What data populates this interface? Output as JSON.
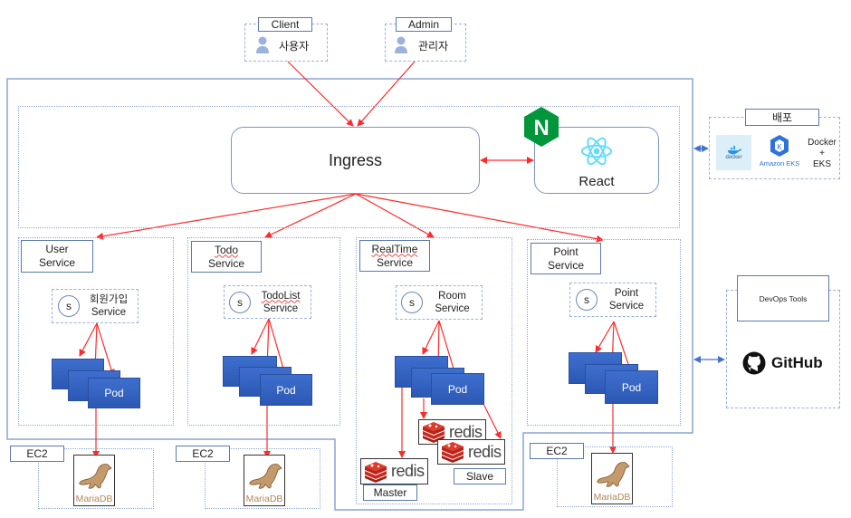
{
  "clients": [
    {
      "label": "Client",
      "role": "사용자",
      "icon": "user-icon"
    },
    {
      "label": "Admin",
      "role": "관리자",
      "icon": "user-icon"
    }
  ],
  "ingress": {
    "label": "Ingress"
  },
  "frontend": {
    "label": "React",
    "badge": "N",
    "badge_name": "nginx-icon",
    "icon": "react-icon"
  },
  "deploy": {
    "title": "배포",
    "docker_label": "docker",
    "eks_label": "Amazon EKS",
    "note_line1": "Docker",
    "note_line2": "+",
    "note_line3": "EKS"
  },
  "devops": {
    "title": "DevOps Tools",
    "tool": "GitHub"
  },
  "services": [
    {
      "title_line1": "User",
      "title_line2": "Service",
      "svc_badge": "s",
      "svc_line1": "회원가입",
      "svc_line2": "Service",
      "pod_label": "Pod",
      "pod_partial": "P"
    },
    {
      "title_line1": "Todo",
      "title_line2": "Service",
      "svc_badge": "s",
      "svc_line1": "TodoList",
      "svc_line2": "Service",
      "pod_label": "Pod",
      "pod_partial": "P"
    },
    {
      "title_line1": "RealTime",
      "title_line2": "Service",
      "svc_badge": "s",
      "svc_line1": "Room",
      "svc_line2": "Service",
      "pod_label": "Pod",
      "pod_partial": "P"
    },
    {
      "title_line1": "Point",
      "title_line2": "Service",
      "svc_badge": "s",
      "svc_line1": "Point",
      "svc_line2": "Service",
      "pod_label": "Pod",
      "pod_partial": "P"
    }
  ],
  "ec2": [
    {
      "label": "EC2",
      "db": "MariaDB"
    },
    {
      "label": "EC2",
      "db": "MariaDB"
    },
    {
      "label": "EC2",
      "db": "MariaDB"
    }
  ],
  "redis": {
    "word": "redis",
    "master_label": "Master",
    "slave_label": "Slave"
  },
  "colors": {
    "arrow": "#ff2a2a",
    "accent_blue": "#4472c4",
    "pod_blue": "#3565c4",
    "redis_red": "#d82c20",
    "nginx_green": "#009639",
    "react_cyan": "#61dafb"
  }
}
